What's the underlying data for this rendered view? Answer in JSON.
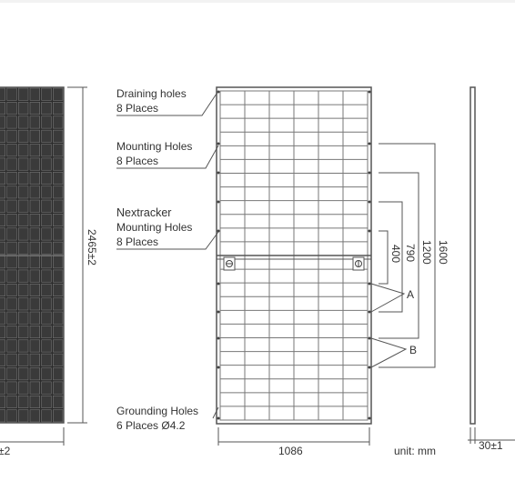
{
  "labels": {
    "draining_title": "Draining holes",
    "draining_count": "8 Places",
    "mounting_title": "Mounting Holes",
    "mounting_count": "8 Places",
    "nextracker_title1": "Nextracker",
    "nextracker_title2": "Mounting Holes",
    "nextracker_count": "8 Places",
    "grounding_title": "Grounding Holes",
    "grounding_count": "6 Places Ø4.2"
  },
  "dimensions": {
    "height": "2465±2",
    "width_partial": "±2",
    "width": "1086",
    "d400": "400",
    "d790": "790",
    "d1200": "1200",
    "d1600": "1600",
    "thickness": "30±1"
  },
  "markers": {
    "a": "A",
    "b": "B"
  },
  "unit": "unit: mm",
  "colors": {
    "line": "#555555",
    "cell": "#3a3a3a",
    "cell_line": "#777777"
  }
}
